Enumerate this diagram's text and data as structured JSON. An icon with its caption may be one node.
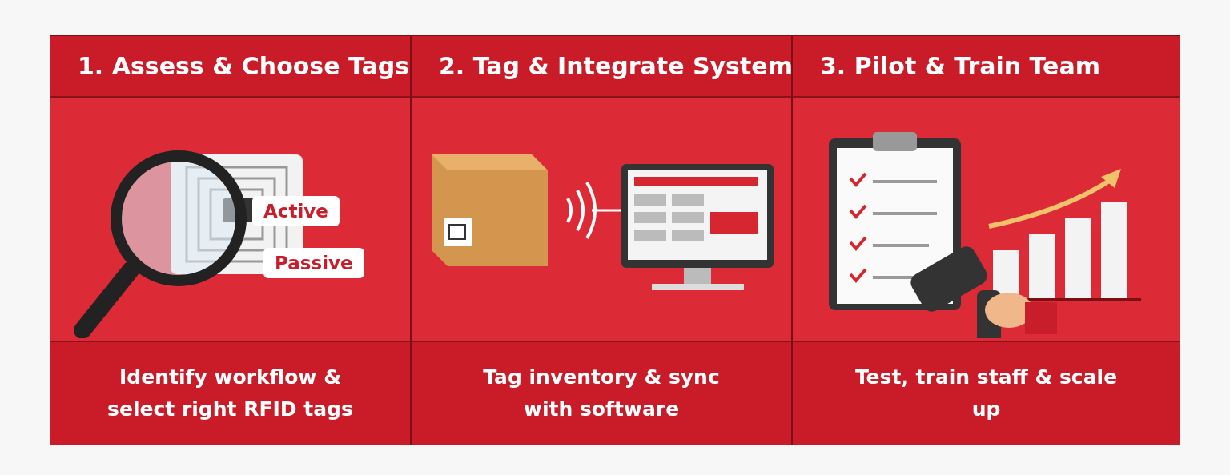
{
  "diagram": {
    "nodes": [
      {
        "text": [
          "1. Assess & Choose Tags",
          "Identify workflow & select right RFID tags"
        ]
      },
      {
        "text": [
          "Active"
        ],
        "in": 0
      },
      {
        "text": [
          "Passive"
        ],
        "in": 0
      },
      {
        "text": [
          "2. Tag & Integrate System",
          "Tag inventory & sync with software"
        ]
      },
      {
        "text": [
          "3. Pilot & Train Team",
          "Test, train staff & scale up"
        ]
      }
    ]
  }
}
